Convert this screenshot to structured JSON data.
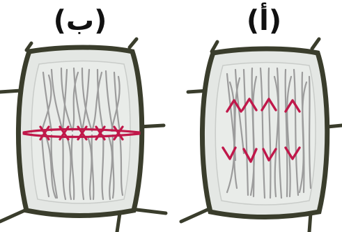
{
  "panels": [
    {
      "id": "b",
      "label": "(ب)"
    },
    {
      "id": "a",
      "label": "(أ)"
    }
  ],
  "colors": {
    "cell_wall": "#3a3d2c",
    "cytoplasm": "#e4e7e4",
    "spindle_fiber": "#9c9c9c",
    "chromosome": "#c0184a"
  }
}
